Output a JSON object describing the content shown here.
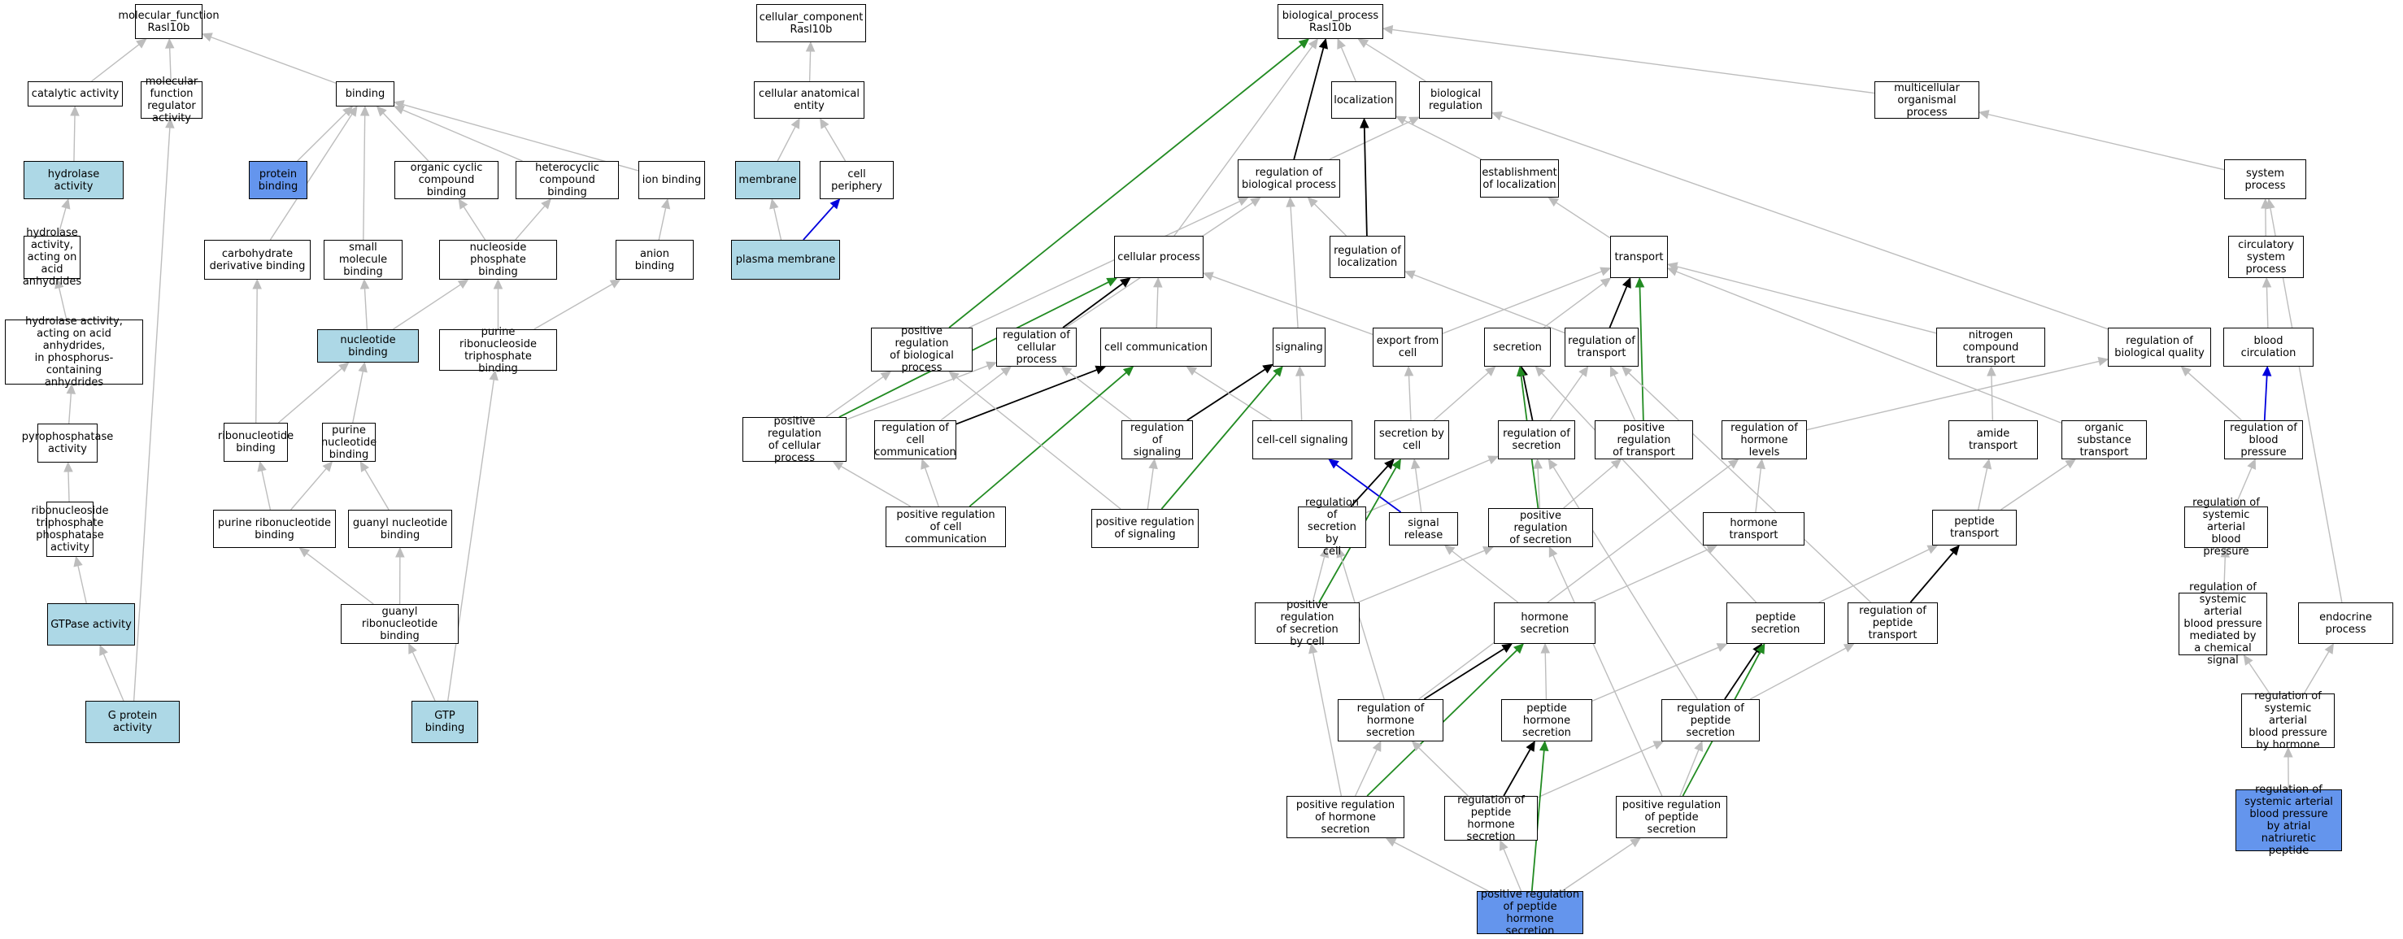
{
  "colors": {
    "default": "#ffffff",
    "light": "#add8e6",
    "blue": "#6495ed",
    "edge_gray": "#bdbdbd",
    "edge_black": "#000000",
    "edge_green": "#228b22",
    "edge_blue": "#0000dd"
  },
  "nodes": [
    {
      "id": "mf",
      "label": "molecular_function\nRasl10b",
      "color": "default"
    },
    {
      "id": "cat",
      "label": "catalytic activity",
      "color": "default"
    },
    {
      "id": "mfreg",
      "label": "molecular function\nregulator activity",
      "color": "default"
    },
    {
      "id": "binding",
      "label": "binding",
      "color": "default"
    },
    {
      "id": "hydro",
      "label": "hydrolase activity",
      "color": "light"
    },
    {
      "id": "protbind",
      "label": "protein binding",
      "color": "blue"
    },
    {
      "id": "orgcyc",
      "label": "organic cyclic\ncompound binding",
      "color": "default"
    },
    {
      "id": "hetcyc",
      "label": "heterocyclic\ncompound binding",
      "color": "default"
    },
    {
      "id": "ionbind",
      "label": "ion binding",
      "color": "default"
    },
    {
      "id": "hydroacid",
      "label": "hydrolase activity,\nacting on acid\nanhydrides",
      "color": "default"
    },
    {
      "id": "carbo",
      "label": "carbohydrate\nderivative binding",
      "color": "default"
    },
    {
      "id": "smallmol",
      "label": "small molecule\nbinding",
      "color": "default"
    },
    {
      "id": "nucphos",
      "label": "nucleoside phosphate\nbinding",
      "color": "default"
    },
    {
      "id": "anion",
      "label": "anion binding",
      "color": "default"
    },
    {
      "id": "hydrophos",
      "label": "hydrolase activity,\nacting on acid\nanhydrides,\nin phosphorus-containing\nanhydrides",
      "color": "default"
    },
    {
      "id": "nucbind",
      "label": "nucleotide binding",
      "color": "light"
    },
    {
      "id": "purtri",
      "label": "purine ribonucleoside\ntriphosphate\nbinding",
      "color": "default"
    },
    {
      "id": "pyro",
      "label": "pyrophosphatase\nactivity",
      "color": "default"
    },
    {
      "id": "ribonuc",
      "label": "ribonucleotide\nbinding",
      "color": "default"
    },
    {
      "id": "purnuc",
      "label": "purine nucleotide\nbinding",
      "color": "default"
    },
    {
      "id": "ribotri",
      "label": "ribonucleoside\ntriphosphate\nphosphatase\nactivity",
      "color": "default"
    },
    {
      "id": "purribo",
      "label": "purine ribonucleotide\nbinding",
      "color": "default"
    },
    {
      "id": "guanyl",
      "label": "guanyl nucleotide\nbinding",
      "color": "default"
    },
    {
      "id": "gtpase",
      "label": "GTPase activity",
      "color": "light"
    },
    {
      "id": "guanribo",
      "label": "guanyl ribonucleotide\nbinding",
      "color": "default"
    },
    {
      "id": "gprot",
      "label": "G protein activity",
      "color": "light"
    },
    {
      "id": "gtpbind",
      "label": "GTP binding",
      "color": "light"
    },
    {
      "id": "cc",
      "label": "cellular_component\nRasl10b",
      "color": "default"
    },
    {
      "id": "cae",
      "label": "cellular anatomical\nentity",
      "color": "default"
    },
    {
      "id": "membrane",
      "label": "membrane",
      "color": "light"
    },
    {
      "id": "cellper",
      "label": "cell periphery",
      "color": "default"
    },
    {
      "id": "plasma",
      "label": "plasma membrane",
      "color": "light"
    },
    {
      "id": "bp",
      "label": "biological_process\nRasl10b",
      "color": "default"
    },
    {
      "id": "local",
      "label": "localization",
      "color": "default"
    },
    {
      "id": "bioreg",
      "label": "biological regulation",
      "color": "default"
    },
    {
      "id": "multi",
      "label": "multicellular\norganismal process",
      "color": "default"
    },
    {
      "id": "regbp",
      "label": "regulation of\nbiological process",
      "color": "default"
    },
    {
      "id": "estloc",
      "label": "establishment\nof localization",
      "color": "default"
    },
    {
      "id": "sysproc",
      "label": "system process",
      "color": "default"
    },
    {
      "id": "cellproc",
      "label": "cellular process",
      "color": "default"
    },
    {
      "id": "regloc",
      "label": "regulation of\nlocalization",
      "color": "default"
    },
    {
      "id": "transport",
      "label": "transport",
      "color": "default"
    },
    {
      "id": "circ",
      "label": "circulatory\nsystem process",
      "color": "default"
    },
    {
      "id": "posregbp",
      "label": "positive regulation\nof biological\nprocess",
      "color": "default"
    },
    {
      "id": "regcp",
      "label": "regulation of\ncellular process",
      "color": "default"
    },
    {
      "id": "cellcomm",
      "label": "cell communication",
      "color": "default"
    },
    {
      "id": "signaling",
      "label": "signaling",
      "color": "default"
    },
    {
      "id": "export",
      "label": "export from\ncell",
      "color": "default"
    },
    {
      "id": "secretion",
      "label": "secretion",
      "color": "default"
    },
    {
      "id": "regtrans",
      "label": "regulation of\ntransport",
      "color": "default"
    },
    {
      "id": "nitro",
      "label": "nitrogen compound\ntransport",
      "color": "default"
    },
    {
      "id": "regbq",
      "label": "regulation of\nbiological quality",
      "color": "default"
    },
    {
      "id": "bloodcirc",
      "label": "blood circulation",
      "color": "default"
    },
    {
      "id": "posregcp",
      "label": "positive regulation\nof cellular\nprocess",
      "color": "default"
    },
    {
      "id": "regcc",
      "label": "regulation of\ncell communication",
      "color": "default"
    },
    {
      "id": "regsig",
      "label": "regulation of\nsignaling",
      "color": "default"
    },
    {
      "id": "ccsig",
      "label": "cell-cell signaling",
      "color": "default"
    },
    {
      "id": "secbycell",
      "label": "secretion by\ncell",
      "color": "default"
    },
    {
      "id": "regsec",
      "label": "regulation of\nsecretion",
      "color": "default"
    },
    {
      "id": "posregtrans",
      "label": "positive regulation\nof transport",
      "color": "default"
    },
    {
      "id": "reghormlev",
      "label": "regulation of\nhormone levels",
      "color": "default"
    },
    {
      "id": "amide",
      "label": "amide transport",
      "color": "default"
    },
    {
      "id": "organic",
      "label": "organic substance\ntransport",
      "color": "default"
    },
    {
      "id": "regbloodp",
      "label": "regulation of\nblood pressure",
      "color": "default"
    },
    {
      "id": "posregcc",
      "label": "positive regulation\nof cell communication",
      "color": "default"
    },
    {
      "id": "posregsig",
      "label": "positive regulation\nof signaling",
      "color": "default"
    },
    {
      "id": "regsecbycell",
      "label": "regulation of\nsecretion by\ncell",
      "color": "default"
    },
    {
      "id": "sigrel",
      "label": "signal release",
      "color": "default"
    },
    {
      "id": "posregsec",
      "label": "positive regulation\nof secretion",
      "color": "default"
    },
    {
      "id": "hormtrans",
      "label": "hormone transport",
      "color": "default"
    },
    {
      "id": "peptrans",
      "label": "peptide transport",
      "color": "default"
    },
    {
      "id": "regsysbp",
      "label": "regulation of\nsystemic arterial\nblood pressure",
      "color": "default"
    },
    {
      "id": "posregsecbycell",
      "label": "positive regulation\nof secretion\nby cell",
      "color": "default"
    },
    {
      "id": "hormsec",
      "label": "hormone secretion",
      "color": "default"
    },
    {
      "id": "pepsec",
      "label": "peptide secretion",
      "color": "default"
    },
    {
      "id": "regpeptrans",
      "label": "regulation of\npeptide transport",
      "color": "default"
    },
    {
      "id": "regsysbpchem",
      "label": "regulation of\nsystemic arterial\nblood pressure\nmediated by\na chemical signal",
      "color": "default"
    },
    {
      "id": "endo",
      "label": "endocrine process",
      "color": "default"
    },
    {
      "id": "reghormsec",
      "label": "regulation of\nhormone secretion",
      "color": "default"
    },
    {
      "id": "pephormsec",
      "label": "peptide hormone\nsecretion",
      "color": "default"
    },
    {
      "id": "regpepsec",
      "label": "regulation of\npeptide secretion",
      "color": "default"
    },
    {
      "id": "regsysbphorm",
      "label": "regulation of\nsystemic arterial\nblood pressure\nby hormone",
      "color": "default"
    },
    {
      "id": "posreghormsec",
      "label": "positive regulation\nof hormone secretion",
      "color": "default"
    },
    {
      "id": "regpephormsec",
      "label": "regulation of\npeptide hormone\nsecretion",
      "color": "default"
    },
    {
      "id": "posregpepsec",
      "label": "positive regulation\nof peptide secretion",
      "color": "default"
    },
    {
      "id": "regsysbpanp",
      "label": "regulation of\nsystemic arterial\nblood pressure\nby atrial natriuretic\npeptide",
      "color": "blue"
    },
    {
      "id": "posregpephormsec",
      "label": "positive regulation\nof peptide hormone\nsecretion",
      "color": "blue"
    }
  ],
  "edges": [
    [
      "cat",
      "mf",
      "gray"
    ],
    [
      "mfreg",
      "mf",
      "gray"
    ],
    [
      "binding",
      "mf",
      "gray"
    ],
    [
      "hydro",
      "cat",
      "gray"
    ],
    [
      "hydroacid",
      "hydro",
      "gray"
    ],
    [
      "hydrophos",
      "hydroacid",
      "gray"
    ],
    [
      "pyro",
      "hydrophos",
      "gray"
    ],
    [
      "ribotri",
      "pyro",
      "gray"
    ],
    [
      "gtpase",
      "ribotri",
      "gray"
    ],
    [
      "gprot",
      "gtpase",
      "gray"
    ],
    [
      "gprot",
      "mfreg",
      "gray"
    ],
    [
      "protbind",
      "binding",
      "gray"
    ],
    [
      "orgcyc",
      "binding",
      "gray"
    ],
    [
      "hetcyc",
      "binding",
      "gray"
    ],
    [
      "ionbind",
      "binding",
      "gray"
    ],
    [
      "carbo",
      "binding",
      "gray"
    ],
    [
      "smallmol",
      "binding",
      "gray"
    ],
    [
      "nucphos",
      "orgcyc",
      "gray"
    ],
    [
      "nucphos",
      "hetcyc",
      "gray"
    ],
    [
      "anion",
      "ionbind",
      "gray"
    ],
    [
      "nucbind",
      "smallmol",
      "gray"
    ],
    [
      "nucbind",
      "nucphos",
      "gray"
    ],
    [
      "purtri",
      "nucphos",
      "gray"
    ],
    [
      "purtri",
      "anion",
      "gray"
    ],
    [
      "ribonuc",
      "carbo",
      "gray"
    ],
    [
      "ribonuc",
      "nucbind",
      "gray"
    ],
    [
      "purnuc",
      "nucbind",
      "gray"
    ],
    [
      "purribo",
      "ribonuc",
      "gray"
    ],
    [
      "purribo",
      "purnuc",
      "gray"
    ],
    [
      "guanyl",
      "purnuc",
      "gray"
    ],
    [
      "guanribo",
      "purribo",
      "gray"
    ],
    [
      "guanribo",
      "guanyl",
      "gray"
    ],
    [
      "gtpbind",
      "guanribo",
      "gray"
    ],
    [
      "gtpbind",
      "purtri",
      "gray"
    ],
    [
      "cae",
      "cc",
      "gray"
    ],
    [
      "membrane",
      "cae",
      "gray"
    ],
    [
      "cellper",
      "cae",
      "gray"
    ],
    [
      "plasma",
      "membrane",
      "gray"
    ],
    [
      "plasma",
      "cellper",
      "blue"
    ],
    [
      "local",
      "bp",
      "gray"
    ],
    [
      "bioreg",
      "bp",
      "gray"
    ],
    [
      "multi",
      "bp",
      "gray"
    ],
    [
      "cellproc",
      "bp",
      "gray"
    ],
    [
      "regbp",
      "bp",
      "black"
    ],
    [
      "regbp",
      "bioreg",
      "gray"
    ],
    [
      "estloc",
      "local",
      "gray"
    ],
    [
      "sysproc",
      "multi",
      "gray"
    ],
    [
      "regloc",
      "local",
      "black"
    ],
    [
      "regloc",
      "regbp",
      "gray"
    ],
    [
      "transport",
      "estloc",
      "gray"
    ],
    [
      "circ",
      "sysproc",
      "gray"
    ],
    [
      "posregbp",
      "regbp",
      "gray"
    ],
    [
      "posregbp",
      "bp",
      "green"
    ],
    [
      "regcp",
      "regbp",
      "gray"
    ],
    [
      "regcp",
      "cellproc",
      "black"
    ],
    [
      "cellcomm",
      "cellproc",
      "gray"
    ],
    [
      "signaling",
      "regbp",
      "gray"
    ],
    [
      "export",
      "cellproc",
      "gray"
    ],
    [
      "export",
      "transport",
      "gray"
    ],
    [
      "secretion",
      "transport",
      "gray"
    ],
    [
      "regtrans",
      "transport",
      "black"
    ],
    [
      "regtrans",
      "regloc",
      "gray"
    ],
    [
      "nitro",
      "transport",
      "gray"
    ],
    [
      "regbq",
      "bioreg",
      "gray"
    ],
    [
      "bloodcirc",
      "circ",
      "gray"
    ],
    [
      "posregcp",
      "posregbp",
      "gray"
    ],
    [
      "posregcp",
      "regcp",
      "gray"
    ],
    [
      "posregcp",
      "cellproc",
      "green"
    ],
    [
      "regcc",
      "regcp",
      "gray"
    ],
    [
      "regcc",
      "cellcomm",
      "black"
    ],
    [
      "regsig",
      "regcp",
      "gray"
    ],
    [
      "regsig",
      "signaling",
      "black"
    ],
    [
      "ccsig",
      "signaling",
      "gray"
    ],
    [
      "ccsig",
      "cellcomm",
      "gray"
    ],
    [
      "secbycell",
      "export",
      "gray"
    ],
    [
      "secbycell",
      "secretion",
      "gray"
    ],
    [
      "regsec",
      "secretion",
      "black"
    ],
    [
      "regsec",
      "regtrans",
      "gray"
    ],
    [
      "posregtrans",
      "regtrans",
      "gray"
    ],
    [
      "posregtrans",
      "transport",
      "green"
    ],
    [
      "reghormlev",
      "regbq",
      "gray"
    ],
    [
      "amide",
      "nitro",
      "gray"
    ],
    [
      "organic",
      "transport",
      "gray"
    ],
    [
      "regbloodp",
      "regbq",
      "gray"
    ],
    [
      "regbloodp",
      "bloodcirc",
      "blue"
    ],
    [
      "posregcc",
      "regcc",
      "gray"
    ],
    [
      "posregcc",
      "posregcp",
      "gray"
    ],
    [
      "posregcc",
      "cellcomm",
      "green"
    ],
    [
      "posregsig",
      "regsig",
      "gray"
    ],
    [
      "posregsig",
      "posregbp",
      "gray"
    ],
    [
      "posregsig",
      "signaling",
      "green"
    ],
    [
      "regsecbycell",
      "regsec",
      "gray"
    ],
    [
      "regsecbycell",
      "secbycell",
      "black"
    ],
    [
      "sigrel",
      "secbycell",
      "gray"
    ],
    [
      "sigrel",
      "ccsig",
      "blue"
    ],
    [
      "posregsec",
      "regsec",
      "gray"
    ],
    [
      "posregsec",
      "posregtrans",
      "gray"
    ],
    [
      "posregsec",
      "secretion",
      "green"
    ],
    [
      "hormtrans",
      "reghormlev",
      "gray"
    ],
    [
      "peptrans",
      "amide",
      "gray"
    ],
    [
      "peptrans",
      "organic",
      "gray"
    ],
    [
      "regsysbp",
      "regbloodp",
      "gray"
    ],
    [
      "posregsecbycell",
      "regsecbycell",
      "gray"
    ],
    [
      "posregsecbycell",
      "posregsec",
      "gray"
    ],
    [
      "posregsecbycell",
      "secbycell",
      "green"
    ],
    [
      "hormsec",
      "hormtrans",
      "gray"
    ],
    [
      "hormsec",
      "sigrel",
      "gray"
    ],
    [
      "pepsec",
      "peptrans",
      "gray"
    ],
    [
      "pepsec",
      "secretion",
      "gray"
    ],
    [
      "regpeptrans",
      "regtrans",
      "gray"
    ],
    [
      "regpeptrans",
      "peptrans",
      "black"
    ],
    [
      "regsysbpchem",
      "regsysbp",
      "gray"
    ],
    [
      "endo",
      "sysproc",
      "gray"
    ],
    [
      "reghormsec",
      "regsecbycell",
      "gray"
    ],
    [
      "reghormsec",
      "reghormlev",
      "gray"
    ],
    [
      "reghormsec",
      "hormsec",
      "black"
    ],
    [
      "pephormsec",
      "hormsec",
      "gray"
    ],
    [
      "pephormsec",
      "pepsec",
      "gray"
    ],
    [
      "regpepsec",
      "pepsec",
      "black"
    ],
    [
      "regpepsec",
      "regpeptrans",
      "gray"
    ],
    [
      "regpepsec",
      "regsec",
      "gray"
    ],
    [
      "regsysbphorm",
      "regsysbpchem",
      "gray"
    ],
    [
      "regsysbphorm",
      "endo",
      "gray"
    ],
    [
      "posreghormsec",
      "reghormsec",
      "gray"
    ],
    [
      "posreghormsec",
      "posregsecbycell",
      "gray"
    ],
    [
      "posreghormsec",
      "hormsec",
      "green"
    ],
    [
      "regpephormsec",
      "reghormsec",
      "gray"
    ],
    [
      "regpephormsec",
      "regpepsec",
      "gray"
    ],
    [
      "regpephormsec",
      "pephormsec",
      "black"
    ],
    [
      "posregpepsec",
      "regpepsec",
      "gray"
    ],
    [
      "posregpepsec",
      "posregsec",
      "gray"
    ],
    [
      "posregpepsec",
      "pepsec",
      "green"
    ],
    [
      "regsysbpanp",
      "regsysbphorm",
      "gray"
    ],
    [
      "posregpephormsec",
      "posreghormsec",
      "gray"
    ],
    [
      "posregpephormsec",
      "regpephormsec",
      "gray"
    ],
    [
      "posregpephormsec",
      "posregpepsec",
      "gray"
    ],
    [
      "posregpephormsec",
      "pephormsec",
      "green"
    ]
  ]
}
